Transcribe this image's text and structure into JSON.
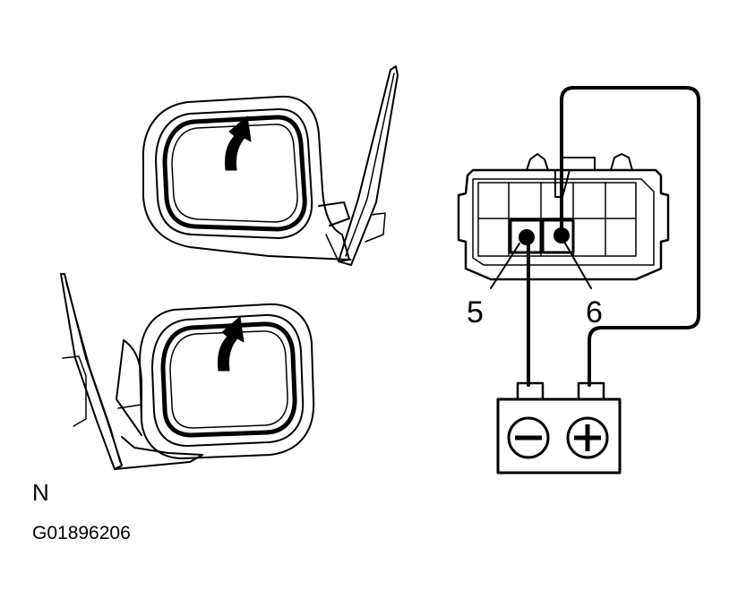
{
  "connector": {
    "terminal_labels": [
      "5",
      "6"
    ]
  },
  "battery": {
    "negative_icon": "minus-icon",
    "positive_icon": "plus-icon"
  },
  "mirrors": {
    "arrow_icon": "curved-up-arrow-icon"
  },
  "footer": {
    "view_code": "N",
    "figure_id": "G01896206"
  },
  "colors": {
    "line": "#000000",
    "background": "#ffffff"
  }
}
